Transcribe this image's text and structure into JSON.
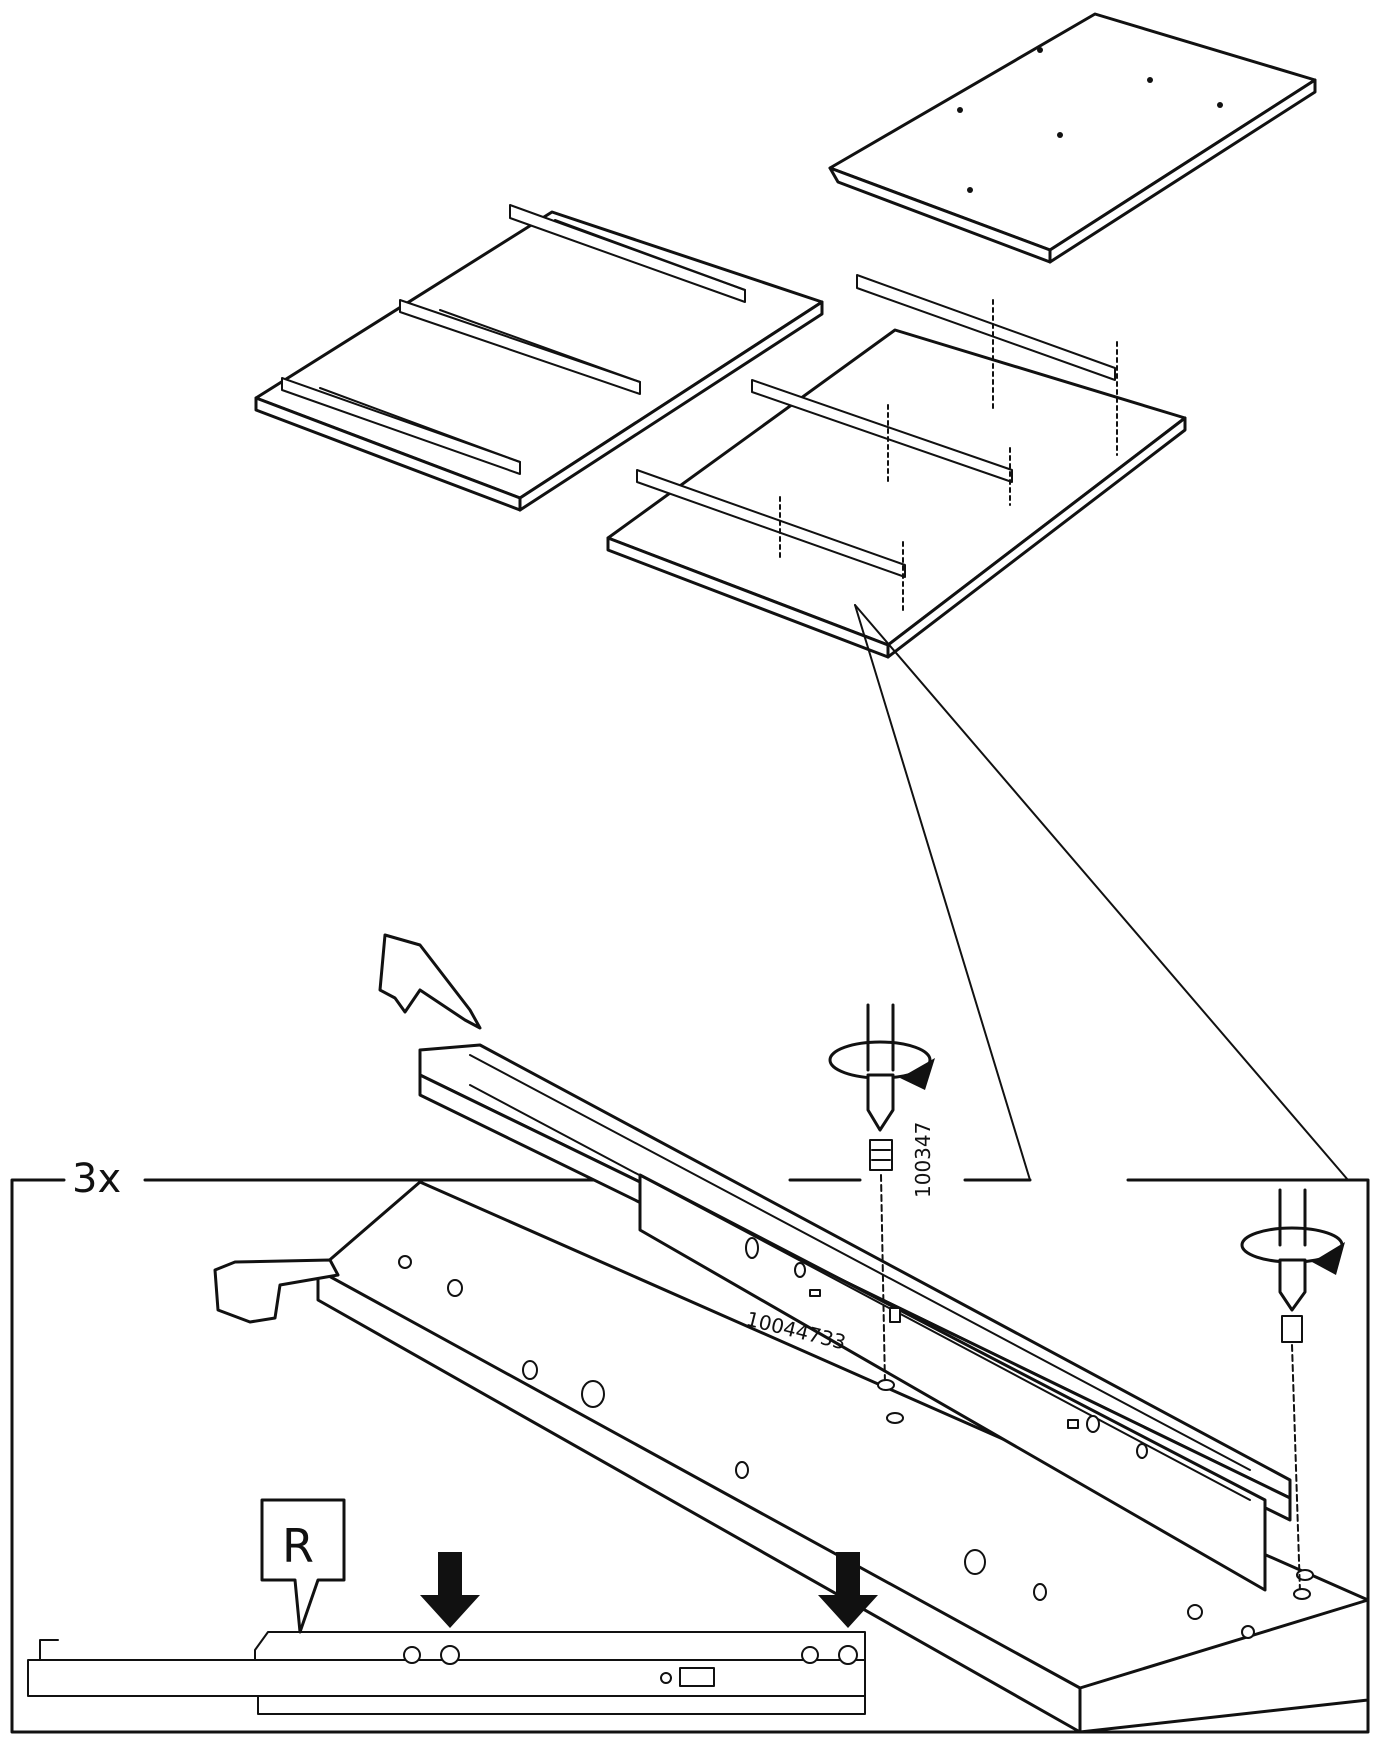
{
  "diagram": {
    "multiplier_label": "3x",
    "part_number_screw": "100347",
    "part_number_rail": "10044733",
    "side_marker": "R"
  },
  "colors": {
    "ink": "#111111",
    "paper": "#ffffff"
  },
  "icons": [
    "pointing-hand-icon",
    "screwdriver-rotate-icon",
    "down-arrow-icon",
    "callout-marker-icon"
  ]
}
